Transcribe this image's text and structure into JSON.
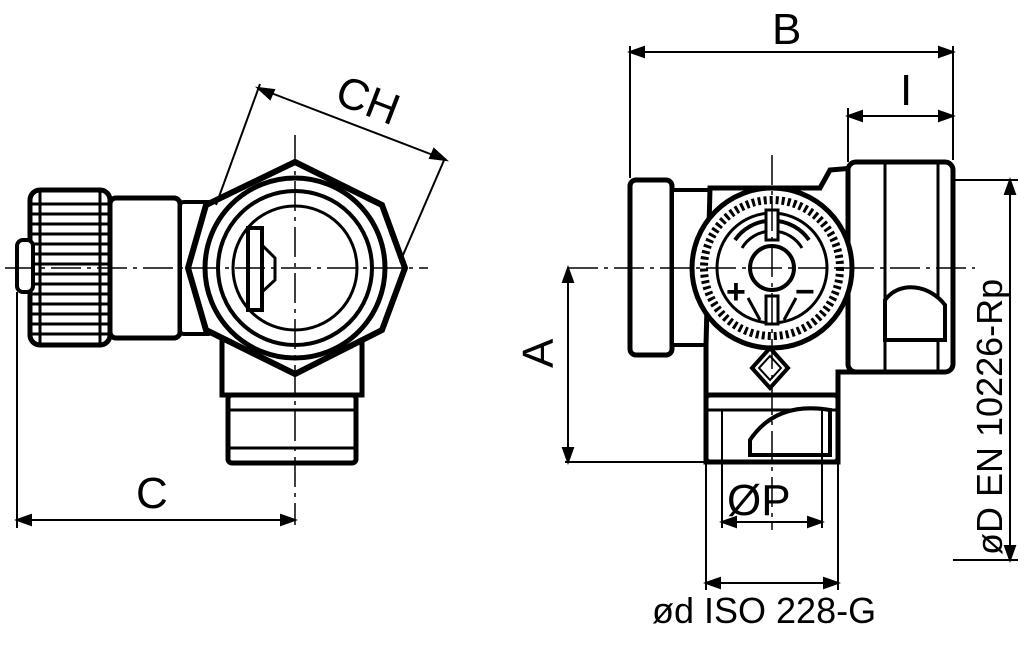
{
  "labels": {
    "dim_b": "B",
    "dim_i": "I",
    "dim_ch": "CH",
    "dim_c": "C",
    "dim_a": "A",
    "dim_op": "ØP",
    "dim_od_iso": "ød ISO 228-G",
    "dim_od_en": "øD EN 10226-Rp"
  },
  "valve_front_markings": {
    "plus": "+",
    "minus": "−"
  },
  "colors": {
    "ink": "#000000",
    "background": "#ffffff"
  }
}
